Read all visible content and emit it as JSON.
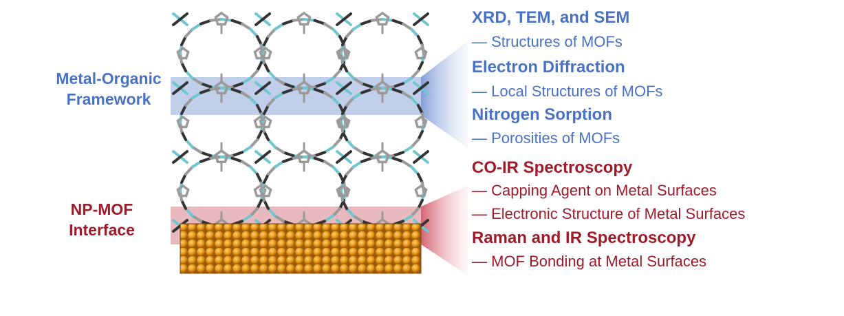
{
  "left_labels": {
    "mof_line1": "Metal-Organic",
    "mof_line2": "Framework",
    "interface_line1": "NP-MOF",
    "interface_line2": "Interface"
  },
  "characterization": [
    {
      "text": "XRD, TEM, and SEM",
      "kind": "heading",
      "group": "mof"
    },
    {
      "text": "— Structures of MOFs",
      "kind": "sub",
      "group": "mof"
    },
    {
      "text": "Electron Diffraction",
      "kind": "heading",
      "group": "mof"
    },
    {
      "text": "— Local Structures of MOFs",
      "kind": "sub",
      "group": "mof"
    },
    {
      "text": "Nitrogen Sorption",
      "kind": "heading",
      "group": "mof"
    },
    {
      "text": "— Porosities of MOFs",
      "kind": "sub",
      "group": "mof"
    },
    {
      "text": "CO-IR Spectroscopy",
      "kind": "heading",
      "group": "interface"
    },
    {
      "text": "— Capping Agent on Metal Surfaces",
      "kind": "sub",
      "group": "interface"
    },
    {
      "text": "— Electronic Structure of Metal Surfaces",
      "kind": "sub",
      "group": "interface"
    },
    {
      "text": "Raman and  IR Spectroscopy",
      "kind": "heading",
      "group": "interface"
    },
    {
      "text": "— MOF Bonding at Metal Surfaces",
      "kind": "sub",
      "group": "interface"
    }
  ],
  "colors": {
    "mof_blue": "#4a72c4",
    "band_blue": "#aebfe4",
    "interface_red": "#9e1b2a",
    "band_red": "#d98a95",
    "framework_carbon": "#9a9a9a",
    "framework_nitrogen": "#6fc6cf",
    "framework_dark": "#333333",
    "nanoparticle_gold": "#d98b12"
  }
}
